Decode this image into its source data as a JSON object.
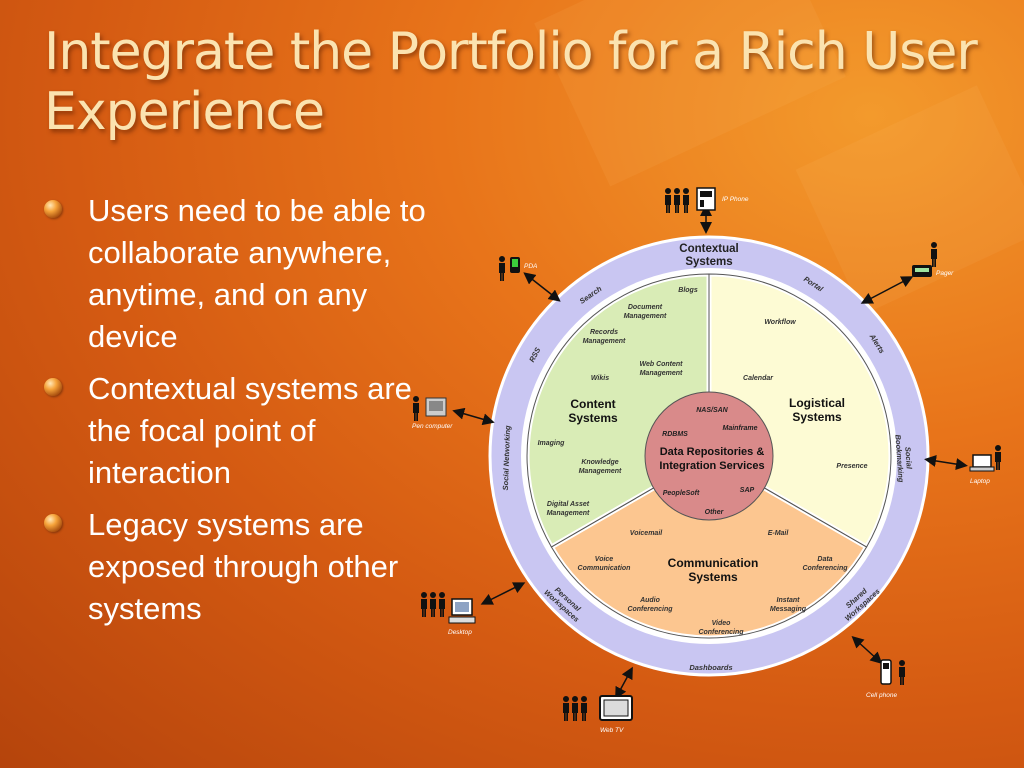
{
  "slide": {
    "title": "Integrate the Portfolio for a Rich User Experience",
    "bullets": [
      "Users need to be able to collaborate anywhere, anytime, and on any device",
      "Contextual systems are the focal point of interaction",
      "Legacy systems are exposed through other systems"
    ]
  },
  "diagram": {
    "outer_ring": {
      "title": "Contextual Systems",
      "labels": [
        "Search",
        "RSS",
        "Social Networking",
        "Personal Workspaces",
        "Dashboards",
        "Shared Workspaces",
        "Social Bookmarking",
        "Alerts",
        "Portal"
      ]
    },
    "center": {
      "title": "Data Repositories & Integration Services",
      "items": [
        "NAS/SAN",
        "RDBMS",
        "Mainframe",
        "PeopleSoft",
        "SAP",
        "Other"
      ]
    },
    "content": {
      "title": "Content Systems",
      "items": [
        "Blogs",
        "Document Management",
        "Records Management",
        "Web Content Management",
        "Wikis",
        "Imaging",
        "Knowledge Management",
        "Digital Asset Management"
      ]
    },
    "logistical": {
      "title": "Logistical Systems",
      "items": [
        "Workflow",
        "Calendar",
        "Presence"
      ]
    },
    "communication": {
      "title": "Communication Systems",
      "items": [
        "Voicemail",
        "E-Mail",
        "Voice Communication",
        "Data Conferencing",
        "Audio Conferencing",
        "Instant Messaging",
        "Video Conferencing"
      ]
    },
    "devices": [
      "IP Phone",
      "PDA",
      "Pager",
      "Pen computer",
      "Laptop",
      "Desktop",
      "Cell phone",
      "Web TV"
    ],
    "colors": {
      "ring": "#c9c6f2",
      "content": "#d9ecb6",
      "logistical": "#fdfbd4",
      "communication": "#fcc690",
      "center": "#d98a8a"
    }
  }
}
